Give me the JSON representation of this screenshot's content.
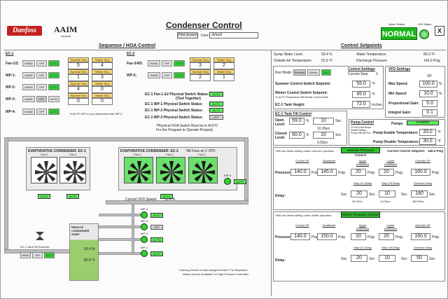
{
  "header": {
    "title": "Condenser Control",
    "print_screen": "Print Screen",
    "user_label": "User:",
    "user_value": "default",
    "alarm_label": "Alarm Status",
    "alarm_value": "NORMAL",
    "sio_label": "SIO Status",
    "close_glyph": "X"
  },
  "brand": {
    "danfoss": "Danfoss",
    "aaim": "AAIM",
    "aaim_sub": "controls"
  },
  "sections": {
    "seq": "Sequence / HOA Control",
    "setp": "Control Setpoints"
  },
  "ec1": {
    "label": "EC-1",
    "summer": "Summer Seq",
    "winter": "Winter Seq",
    "rows": [
      {
        "name": "Fan-1/2:",
        "s": "5",
        "w": "4"
      },
      {
        "name": "WP-1:",
        "s": "1",
        "w": "3"
      },
      {
        "name": "WP-2:",
        "s": "4",
        "w": "0"
      },
      {
        "name": "WP-3:",
        "s": "0",
        "w": "0"
      },
      {
        "name": "WP-4:",
        "s": "",
        "w": ""
      }
    ],
    "note": "*If AUTO WP-4 runs interlocked with WP-5"
  },
  "ec2": {
    "label": "EC-2",
    "rows": [
      {
        "name": "Fan-3/4/5:",
        "s": "3",
        "w": "2"
      },
      {
        "name": "WP-5:",
        "s": "2",
        "w": "1"
      }
    ]
  },
  "hoa": {
    "hand": "HAND",
    "off": "OFF",
    "auto": "AUTO"
  },
  "phys": {
    "rows": [
      {
        "label": "EC-1 Fan-1 &2 Physical Switch Status:",
        "value": "AUTO"
      },
      {
        "label": "(Tied Together)",
        "value": ""
      },
      {
        "label": "EC-1 WP-1 Physical Switch Status:",
        "value": "AUTO"
      },
      {
        "label": "EC-1 WP-2 Physical Switch Status:",
        "value": "AUTO"
      },
      {
        "label": "EC-1 WP-3 Physical Switch Status:",
        "value": "OFF"
      }
    ],
    "note1": "*Physical HOA Switch Must be in AUTO",
    "note2": "For the Program to Operate Properly"
  },
  "diagram": {
    "ec1_title": "EVAPORATIVE CONDENSER: EC-1",
    "ec2_title": "EVAPORATIVE CONDENSER: EC-2",
    "ec2_note": "*All Fans on 1 VFD",
    "fans": [
      "Fan-1",
      "Fan-2",
      "Fan-3",
      "Fan-4",
      "Fan-5"
    ],
    "auto": "AUTO",
    "vfd_label": "Current VFD Speed:",
    "vfd_value": "11.4 %",
    "wp": [
      "WP-5",
      "WP-4",
      "WP-3",
      "WP-2",
      "WP-1"
    ],
    "wp_states": [
      "AUTO",
      "AUTO",
      "OFF",
      "AUTO",
      "AUTO"
    ],
    "sump": "REMOTE CONDENSER SUMP",
    "sump_pct": "59.4 %",
    "sump_temp": "80.9 °F",
    "fill": "EC-1 Tank Fill Solenoid",
    "leaving": "*Leaving Device In Auto Assigned With 0 For Sequence",
    "leaving2": "Makes Device Available For High Pressure Overrides"
  },
  "stats": [
    {
      "label": "Sump Water Level",
      "value": "59.4 %",
      "label2": "Water Temperature",
      "value2": "80.9 °F"
    },
    {
      "label": "Outside Air Temperature",
      "value": "52.9 °F",
      "label2": "Discharge Pressure",
      "value2": "140.0 Psig"
    }
  ],
  "run": {
    "label": "Run Mode:",
    "summer": "Summer",
    "winter": "Winter",
    "auto": "Auto",
    "cs_title": "Control Settings",
    "step_label": "Current Step:",
    "step_value": "3",
    "summer_sp": "Summer Control Switch Setpoint:",
    "summer_val": "55.0",
    "unit": "°F",
    "winter_sp": "Winter Control Switch Setpoint:",
    "winter_val": "45.0",
    "winter_note": "*In AUTO Temperature Will Dictate Control Mode",
    "tank_h": "EC-1 Tank Height:",
    "tank_val": "72.0",
    "tank_unit": "Inches"
  },
  "vfd": {
    "title": "VFD Settings",
    "sp": "SP",
    "max_l": "Max Speed:",
    "max_v": "100.0",
    "min_l": "Min Speed:",
    "min_v": "10.0",
    "pg_l": "Proportional Gain:",
    "pg_v": "5.0",
    "ig_l": "Integral Gain:",
    "ig_v": "0.1",
    "pct": "%"
  },
  "fill": {
    "title": "EC-1 Tank Fill Control",
    "open_l": "Open Level:",
    "open_v": "59.0",
    "open_t": "10",
    "closed_l": "Closed Level:",
    "closed_v": "60.0",
    "closed_t": "10",
    "pct": "%",
    "sec": "Sec",
    "sec_a": "10.0Sec",
    "sec_b": "0.0Sec"
  },
  "pump": {
    "title": "Pump Control",
    "pumps_l": "Pumps",
    "pumps_v": "Enabled",
    "en_l": "Pump Enable Temperature:",
    "en_v": "33.0",
    "dis_l": "Pump Disable Temperature:",
    "dis_v": "30.0",
    "unit": "°F",
    "note": "*If Temp Falls Below Disable Setting, Pumps Will Not Run"
  },
  "summer": {
    "note": "*Will use these setting under summer operation.",
    "title": "Summer Pressure Control",
    "cur_l": "Current Control Setpoint:",
    "cur_v": "140.0 Psig",
    "heads": [
      "Control SP",
      "Deadband",
      "Upper Deadband",
      "Lower Deadband",
      "Override SP"
    ],
    "press_l": "Pressure:",
    "press": [
      "140.0",
      "145.0",
      "20",
      "20",
      "160.0"
    ],
    "dheads": [
      "",
      "",
      "Step On Delay",
      "Step Off Delay",
      "Override Delay"
    ],
    "delay_l": "Delay:",
    "delay": [
      "20",
      "10",
      "180"
    ],
    "sub": [
      "20.0Sec",
      "10.0Sec",
      "180.0Sec"
    ],
    "psig": "Psig",
    "sec": "Sec"
  },
  "winter": {
    "note": "*Will use these setting under winter operation.",
    "title": "Winter Pressure Control",
    "heads": [
      "Control SP",
      "Deadband",
      "Upper Deadband",
      "Lower Deadband",
      "Override SP"
    ],
    "press_l": "Pressure:",
    "press": [
      "140.0",
      "150.0",
      "20",
      "20",
      "160.0"
    ],
    "dheads": [
      "",
      "",
      "Step On Delay",
      "Step Off Delay",
      "Override Delay"
    ],
    "delay_l": "Delay:",
    "delay": [
      "20",
      "10",
      "50"
    ],
    "psig": "Psig",
    "sec": "Sec"
  }
}
